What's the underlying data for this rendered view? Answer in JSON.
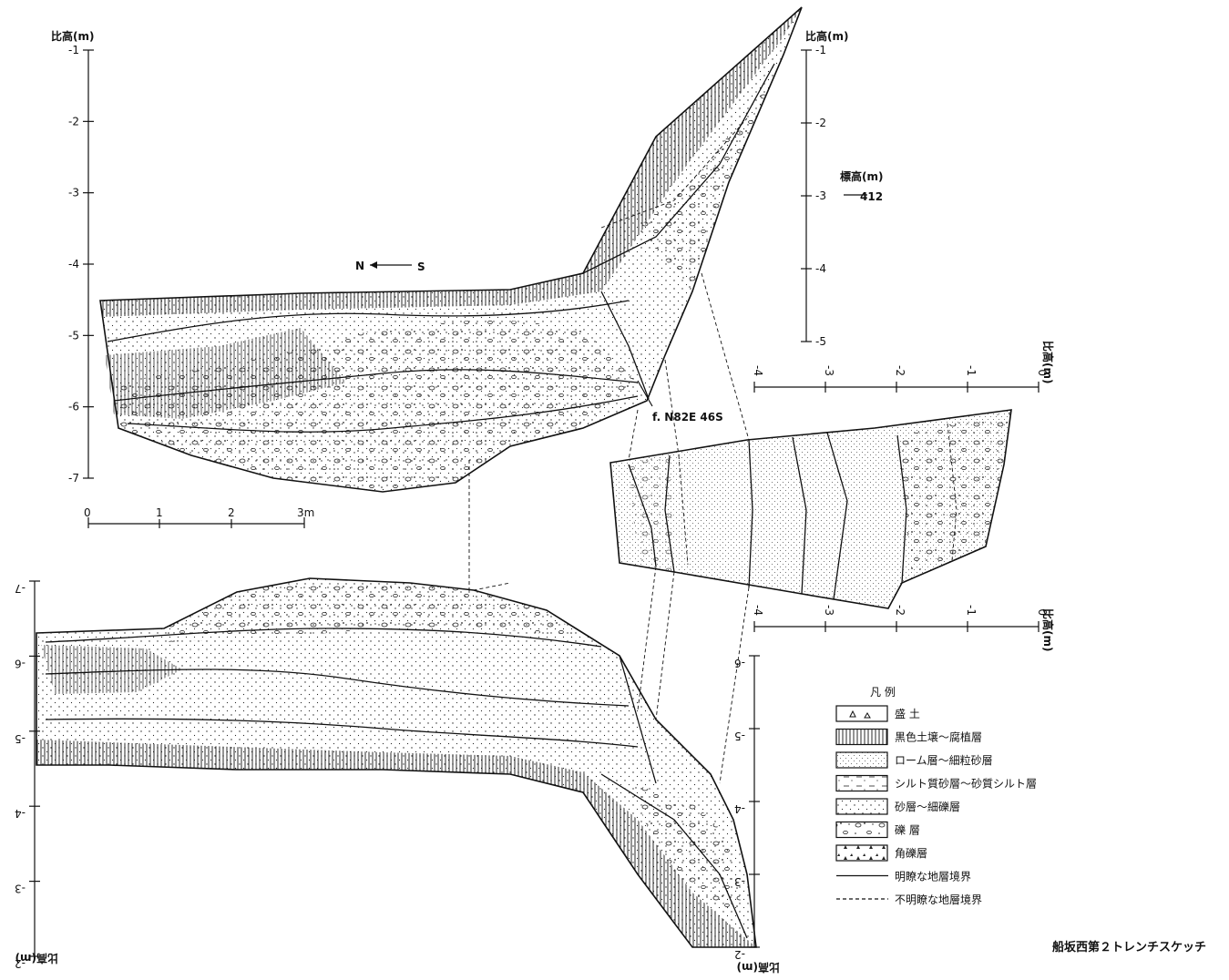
{
  "diagram": {
    "title": "船坂西第２トレンチスケッチ",
    "north_arrow": {
      "n": "N",
      "s": "S"
    },
    "fault_label": "f. N82E 46S",
    "scale_bar": {
      "ticks": [
        "0",
        "1",
        "2",
        "3m"
      ]
    },
    "axes": {
      "upper_left": {
        "label": "比高(m)",
        "ticks": [
          "-1",
          "-2",
          "-3",
          "-4",
          "-5",
          "-6",
          "-7"
        ]
      },
      "upper_right": {
        "label": "比高(m)",
        "ticks": [
          "-1",
          "-2",
          "-3",
          "-4",
          "-5"
        ]
      },
      "elevation": {
        "label": "標高(m)",
        "value": "412"
      },
      "floor_top": {
        "label": "比高(m)",
        "ticks": [
          "0",
          "-1",
          "-2",
          "-3",
          "-4"
        ]
      },
      "floor_bottom": {
        "label": "比高(m)",
        "ticks": [
          "0",
          "-1",
          "-2",
          "-3",
          "-4"
        ]
      },
      "lower_left": {
        "label": "比高(m)",
        "ticks": [
          "-7",
          "-6",
          "-5",
          "-4",
          "-3",
          "-2"
        ]
      },
      "lower_right": {
        "label": "比高(m)",
        "ticks": [
          "-6",
          "-5",
          "-4",
          "-3",
          "-2"
        ]
      }
    },
    "legend": {
      "title": "凡 例",
      "items": [
        {
          "pattern": "fill",
          "label": "盛 土"
        },
        {
          "pattern": "humus",
          "label": "黒色土壌～腐植層"
        },
        {
          "pattern": "loam",
          "label": "ローム層～細粒砂層"
        },
        {
          "pattern": "silt",
          "label": "シルト質砂層～砂質シルト層"
        },
        {
          "pattern": "sand",
          "label": "砂層～細礫層"
        },
        {
          "pattern": "gravel",
          "label": "礫 層"
        },
        {
          "pattern": "angular",
          "label": "角礫層"
        },
        {
          "pattern": "solid-line",
          "label": "明瞭な地層境界"
        },
        {
          "pattern": "dashed-line",
          "label": "不明瞭な地層境界"
        }
      ]
    }
  }
}
